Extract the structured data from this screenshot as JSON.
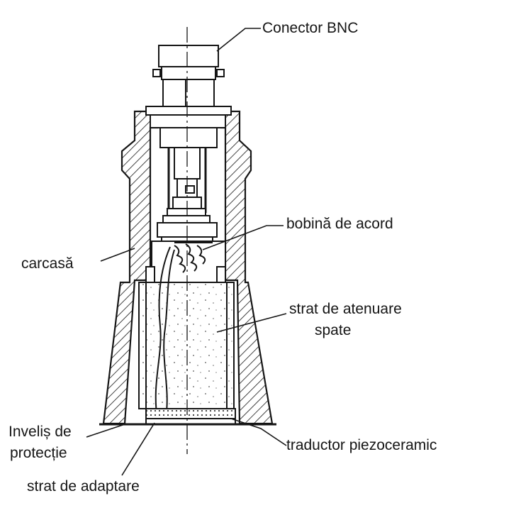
{
  "labels": {
    "connector": "Conector BNC",
    "tuning_coil": "bobină de acord",
    "housing": "carcasă",
    "backing_layer_line1": "strat de atenuare",
    "backing_layer_line2": "spate",
    "protective_cover_line1": "Inveliș de",
    "protective_cover_line2": "protecție",
    "matching_layer": "strat de adaptare",
    "transducer": "traductor piezoceramic"
  },
  "colors": {
    "ink": "#151515",
    "paper": "#ffffff"
  }
}
